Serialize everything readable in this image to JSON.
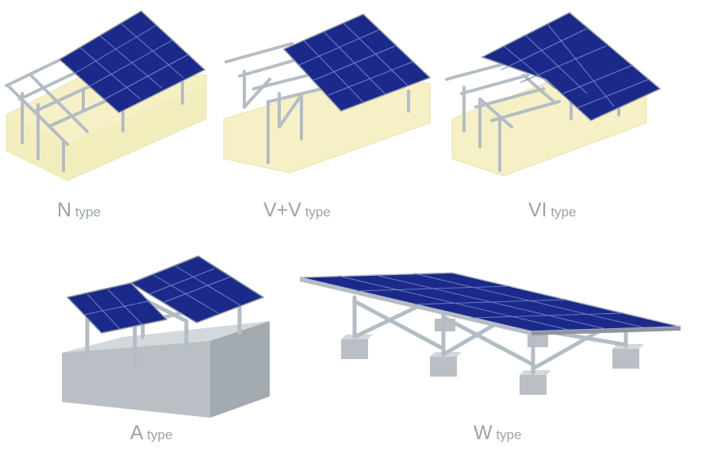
{
  "colors": {
    "panel": "#1b2a8a",
    "panel_dark": "#141f6c",
    "panel_grid": "#6f83c8",
    "frame": "#b4bcc4",
    "frame_dark": "#8d969e",
    "foundation_yellow": "#f5f0c6",
    "foundation_yellow_edge": "#e9e2aa",
    "concrete_front": "#b9bfc4",
    "concrete_top": "#d3d8dc",
    "concrete_side": "#a3aab0",
    "label": "#9aa3ab"
  },
  "mount_types": [
    {
      "id": "n",
      "letter": "N",
      "suffix": "type"
    },
    {
      "id": "vv",
      "letter": "V+V",
      "suffix": "type"
    },
    {
      "id": "vi",
      "letter": "VI",
      "suffix": "type"
    },
    {
      "id": "a",
      "letter": "A",
      "suffix": "type"
    },
    {
      "id": "w",
      "letter": "W",
      "suffix": "type"
    }
  ]
}
